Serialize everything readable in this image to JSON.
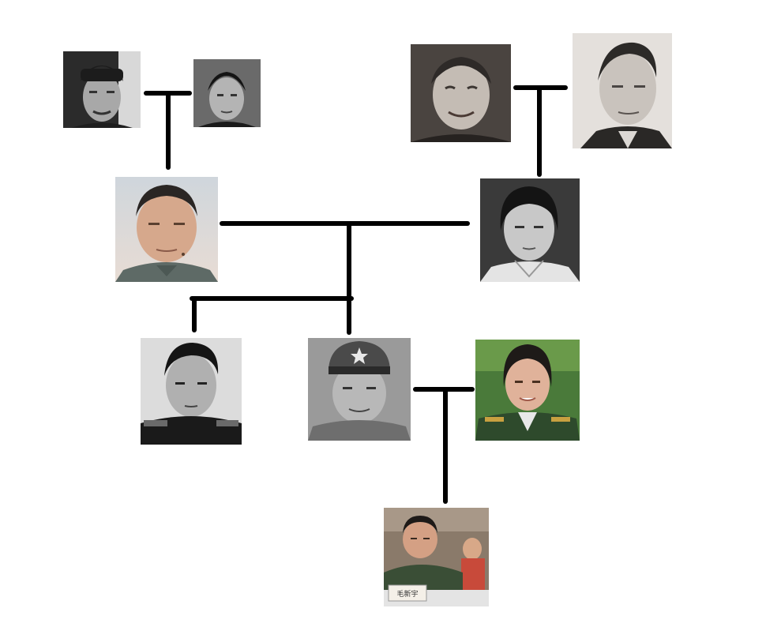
{
  "diagram": {
    "type": "family-tree",
    "people": [
      {
        "id": "p1",
        "generation": 1,
        "photo_style": "bw",
        "attire": "skullcap"
      },
      {
        "id": "p2",
        "generation": 1,
        "photo_style": "bw",
        "attire": "dark-tunic"
      },
      {
        "id": "p3",
        "generation": 1,
        "photo_style": "sepia",
        "attire": "dark-tunic"
      },
      {
        "id": "p4",
        "generation": 1,
        "photo_style": "sepia",
        "attire": "suit"
      },
      {
        "id": "p5",
        "generation": 2,
        "photo_style": "color",
        "attire": "grey-tunic"
      },
      {
        "id": "p6",
        "generation": 2,
        "photo_style": "bw",
        "attire": "light-collar"
      },
      {
        "id": "p7",
        "generation": 3,
        "photo_style": "bw",
        "attire": "military-uniform"
      },
      {
        "id": "p8",
        "generation": 3,
        "photo_style": "bw",
        "attire": "military-cap"
      },
      {
        "id": "p9",
        "generation": 3,
        "photo_style": "color",
        "attire": "military-uniform"
      },
      {
        "id": "p10",
        "generation": 4,
        "photo_style": "color",
        "attire": "military-uniform"
      }
    ],
    "relations": [
      {
        "type": "couple",
        "members": [
          "p1",
          "p2"
        ],
        "children": [
          "p5"
        ]
      },
      {
        "type": "couple",
        "members": [
          "p3",
          "p4"
        ],
        "children": [
          "p6"
        ]
      },
      {
        "type": "couple",
        "members": [
          "p5",
          "p6"
        ],
        "children": [
          "p7",
          "p8"
        ]
      },
      {
        "type": "couple",
        "members": [
          "p8",
          "p9"
        ],
        "children": [
          "p10"
        ]
      }
    ],
    "nameplate_text": "毛新宇"
  }
}
